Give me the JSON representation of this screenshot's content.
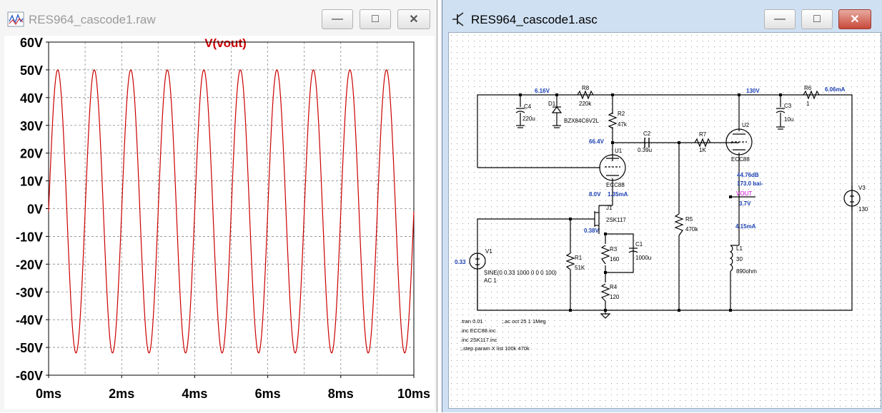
{
  "waveform_window": {
    "title": "RES964_cascode1.raw",
    "trace_label": "V(vout)",
    "trace_color": "#cc0000",
    "buttons": {
      "minimize": "—",
      "maximize": "□",
      "close": "✕"
    }
  },
  "schematic_window": {
    "title": "RES964_cascode1.asc",
    "buttons": {
      "minimize": "—",
      "maximize": "□",
      "close": "✕"
    },
    "components": {
      "c4_name": "C4",
      "c4_value": "220u",
      "d1_name": "D1",
      "d1_value": "BZX84C6V2L",
      "r8_name": "R8",
      "r8_value": "220k",
      "r2_name": "R2",
      "r2_value": "47k",
      "c2_name": "C2",
      "c2_value": "0.39u",
      "r7_name": "R7",
      "r7_value": "1K",
      "u1_name": "U1",
      "u1_value": "ECC88",
      "u2_name": "U2",
      "u2_value": "ECC88",
      "r6_name": "R6",
      "r6_value": "1",
      "c3_name": "C3",
      "c3_value": "10u",
      "j1_name": "J1",
      "j1_value": "2SK117",
      "r5_name": "R5",
      "r5_value": "470k",
      "r1_name": "R1",
      "r1_value": "51K",
      "r3_name": "R3",
      "r3_value": "160",
      "c1_name": "C1",
      "c1_value": "1000u",
      "r4_name": "R4",
      "r4_value": "120",
      "l1_name": "L1",
      "l1_value": "30",
      "l1_res": "890ohm",
      "v1_name": "V1",
      "v1_value": "SINE(0 0.33 1000 0 0 0 100)",
      "v1_ac": "AC 1",
      "v3_name": "V3",
      "v3_value": "130"
    },
    "annotations": {
      "v_616": "6.16V",
      "v_130": "130V",
      "i_606": "6.06mA",
      "v_664": "66.4V",
      "gain_db": "44.76dB",
      "gain_phase": "173.0 bai-",
      "v_80": "8.0V",
      "i_135": "1.35mA",
      "v_038": "0.38V",
      "v_37": "3.7V",
      "i_415": "4.15mA",
      "v_033": "0.33",
      "net_vout": "VOUT"
    },
    "directives": [
      ".tran 0.01",
      ";.ac oct 25 1 1Meg",
      ".inc ECC88.inc",
      ".inc 2SK117.inc",
      ";.step param X list 100k 470k"
    ]
  },
  "chart_data": {
    "type": "line",
    "title": "V(vout)",
    "series": [
      {
        "name": "V(vout)",
        "color": "#cc0000",
        "amplitude": 51,
        "offset": -1,
        "frequency_hz": 1000,
        "start_phase_deg": 0
      }
    ],
    "x_ticks": [
      "0ms",
      "2ms",
      "4ms",
      "6ms",
      "8ms",
      "10ms"
    ],
    "y_ticks": [
      "60V",
      "50V",
      "40V",
      "30V",
      "20V",
      "10V",
      "0V",
      "-10V",
      "-20V",
      "-30V",
      "-40V",
      "-50V",
      "-60V"
    ],
    "xlim": [
      0,
      10
    ],
    "ylim": [
      -60,
      60
    ],
    "x_unit": "ms",
    "grid": true
  }
}
